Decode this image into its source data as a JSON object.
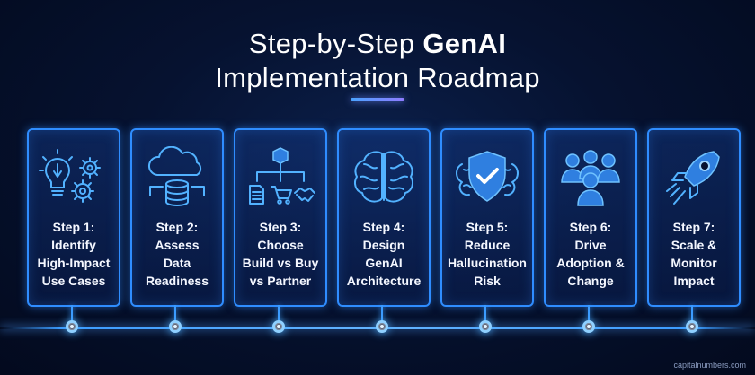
{
  "title": {
    "line1_regular": "Step-by-Step ",
    "line1_bold": "GenAI",
    "line2": "Implementation Roadmap"
  },
  "steps": [
    {
      "icon": "lightbulb-gears-icon",
      "lines": [
        "Step 1:",
        "Identify",
        "High-Impact",
        "Use Cases"
      ]
    },
    {
      "icon": "cloud-database-icon",
      "lines": [
        "Step 2:",
        "Assess",
        "Data",
        "Readiness"
      ]
    },
    {
      "icon": "build-buy-partner-icon",
      "lines": [
        "Step 3:",
        "Choose",
        "Build vs Buy",
        "vs Partner"
      ]
    },
    {
      "icon": "brain-icon",
      "lines": [
        "Step 4:",
        "Design",
        "GenAI",
        "Architecture"
      ]
    },
    {
      "icon": "shield-check-icon",
      "lines": [
        "Step 5:",
        "Reduce",
        "Hallucination",
        "Risk"
      ]
    },
    {
      "icon": "people-group-icon",
      "lines": [
        "Step 6:",
        "Drive",
        "Adoption &",
        "Change"
      ]
    },
    {
      "icon": "rocket-icon",
      "lines": [
        "Step 7:",
        "Scale &",
        "Monitor",
        "Impact"
      ]
    }
  ],
  "watermark": "capitalnumbers.com",
  "colors": {
    "accent": "#2f8dff",
    "background": "#061230"
  }
}
